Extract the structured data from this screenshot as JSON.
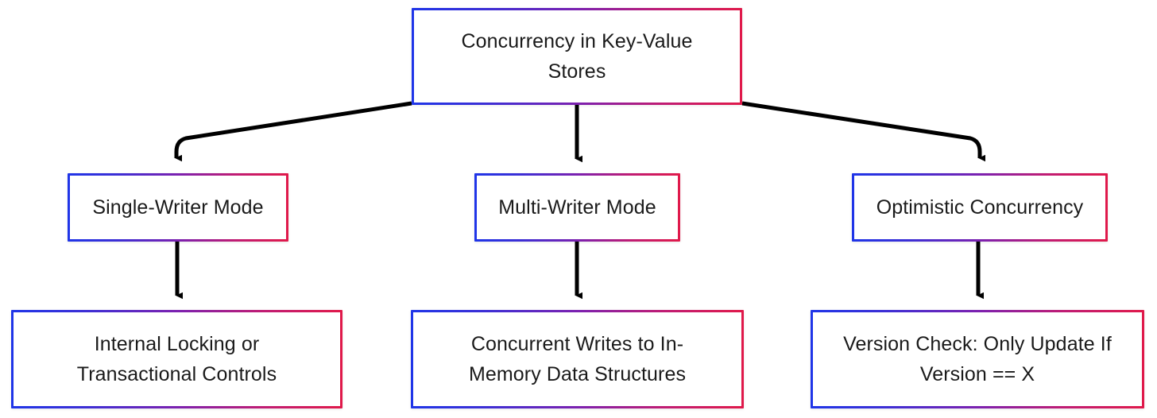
{
  "diagram": {
    "title": "Concurrency in Key-Value Stores",
    "type": "flowchart",
    "orientation": "top-down",
    "background_color": "#ffffff",
    "node_border_gradient": {
      "from": "#1f35e8",
      "to": "#e0194a",
      "direction": "left-to-right"
    },
    "edge_color": "#000000",
    "text_color": "#1a1a1a",
    "levels": [
      {
        "level": 1,
        "nodes": [
          {
            "id": "root",
            "label": "Concurrency in Key-Value\nStores"
          }
        ]
      },
      {
        "level": 2,
        "nodes": [
          {
            "id": "single-writer",
            "label": "Single-Writer Mode"
          },
          {
            "id": "multi-writer",
            "label": "Multi-Writer Mode"
          },
          {
            "id": "optimistic",
            "label": "Optimistic Concurrency"
          }
        ]
      },
      {
        "level": 3,
        "nodes": [
          {
            "id": "internal-locking",
            "label": "Internal Locking or\nTransactional Controls"
          },
          {
            "id": "concurrent-writes",
            "label": "Concurrent Writes to In-\nMemory Data Structures"
          },
          {
            "id": "version-check",
            "label": "Version Check: Only Update If\nVersion == X"
          }
        ]
      }
    ],
    "edges": [
      {
        "id": "edge-root-to-single-writer",
        "from": "root",
        "to": "single-writer",
        "style": "elbow-curved",
        "arrowhead": "solid-triangle"
      },
      {
        "id": "edge-root-to-multi-writer",
        "from": "root",
        "to": "multi-writer",
        "style": "straight-vertical",
        "arrowhead": "solid-triangle"
      },
      {
        "id": "edge-root-to-optimistic",
        "from": "root",
        "to": "optimistic",
        "style": "elbow-curved",
        "arrowhead": "solid-triangle"
      },
      {
        "id": "edge-single-writer-to-internal-locking",
        "from": "single-writer",
        "to": "internal-locking",
        "style": "straight-vertical",
        "arrowhead": "solid-triangle"
      },
      {
        "id": "edge-multi-writer-to-concurrent-writes",
        "from": "multi-writer",
        "to": "concurrent-writes",
        "style": "straight-vertical",
        "arrowhead": "solid-triangle"
      },
      {
        "id": "edge-optimistic-to-version-check",
        "from": "optimistic",
        "to": "version-check",
        "style": "straight-vertical",
        "arrowhead": "solid-triangle"
      }
    ]
  }
}
